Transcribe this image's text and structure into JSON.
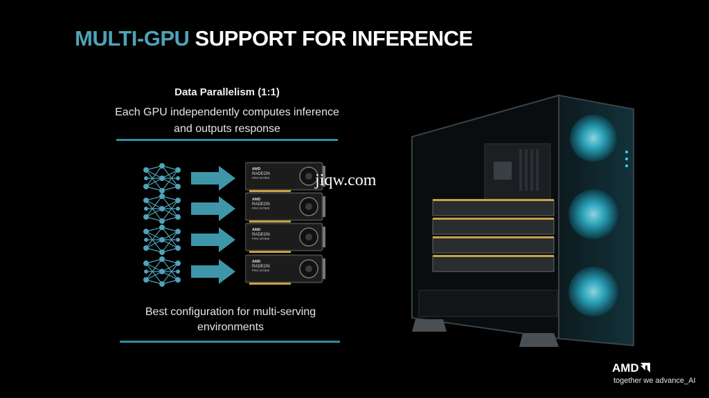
{
  "slide": {
    "title_accent": "MULTI-GPU",
    "title_rest": "SUPPORT FOR INFERENCE",
    "heading": "Data Parallelism (1:1)",
    "description_line1": "Each GPU independently computes inference",
    "description_line2": "and outputs response",
    "footer_line1": "Best configuration for multi-serving",
    "footer_line2": "environments"
  },
  "gpu_cards": [
    {
      "brand": "AMD",
      "model": "RADEON",
      "variant": "PRO W7900"
    },
    {
      "brand": "AMD",
      "model": "RADEON",
      "variant": "PRO W7900"
    },
    {
      "brand": "AMD",
      "model": "RADEON",
      "variant": "PRO W7900"
    },
    {
      "brand": "AMD",
      "model": "RADEON",
      "variant": "PRO W7900"
    }
  ],
  "watermark": "jiqw.com",
  "branding": {
    "logo": "AMD",
    "tagline": "together we advance_AI"
  },
  "colors": {
    "accent": "#4fa3b8",
    "rule": "#2f8fa6",
    "arrow": "#3f96a9",
    "background": "#000000"
  },
  "icons": [
    "neural-network-icon",
    "right-arrow-icon",
    "gpu-card-image",
    "workstation-image"
  ]
}
